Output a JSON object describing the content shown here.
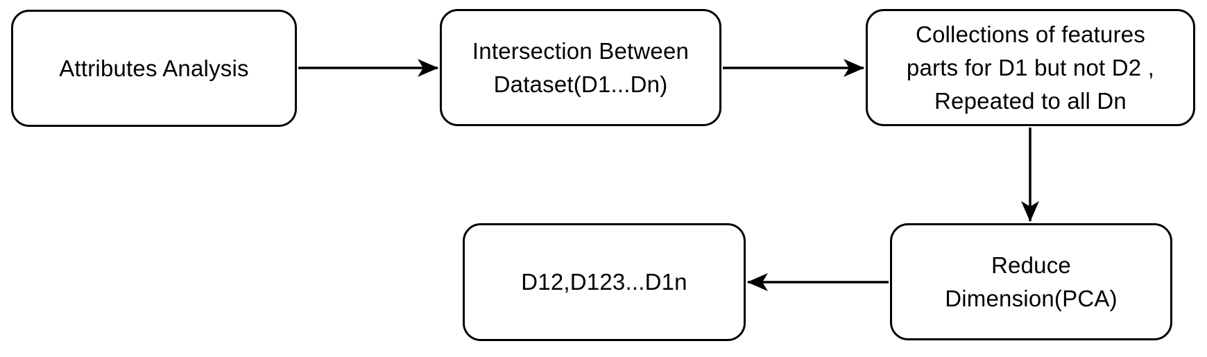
{
  "diagram": {
    "type": "flowchart",
    "colors": {
      "background": "#ffffff",
      "node_fill": "#ffffff",
      "stroke": "#000000",
      "text": "#000000"
    },
    "nodes": [
      {
        "id": "attributes-analysis",
        "label": "Attributes Analysis"
      },
      {
        "id": "intersection-between-datasets",
        "label": [
          "Intersection Between",
          "Dataset(D1...Dn)"
        ]
      },
      {
        "id": "collections-of-features",
        "label": [
          "Collections of features",
          "parts for D1 but not D2 ,",
          "Repeated to all Dn"
        ]
      },
      {
        "id": "reduce-dimension-pca",
        "label": [
          "Reduce",
          "Dimension(PCA)"
        ]
      },
      {
        "id": "result-datasets",
        "label": "D12,D123...D1n"
      }
    ],
    "edges": [
      {
        "from": "attributes-analysis",
        "to": "intersection-between-datasets",
        "direction": "right"
      },
      {
        "from": "intersection-between-datasets",
        "to": "collections-of-features",
        "direction": "right"
      },
      {
        "from": "collections-of-features",
        "to": "reduce-dimension-pca",
        "direction": "down"
      },
      {
        "from": "reduce-dimension-pca",
        "to": "result-datasets",
        "direction": "left"
      }
    ]
  }
}
